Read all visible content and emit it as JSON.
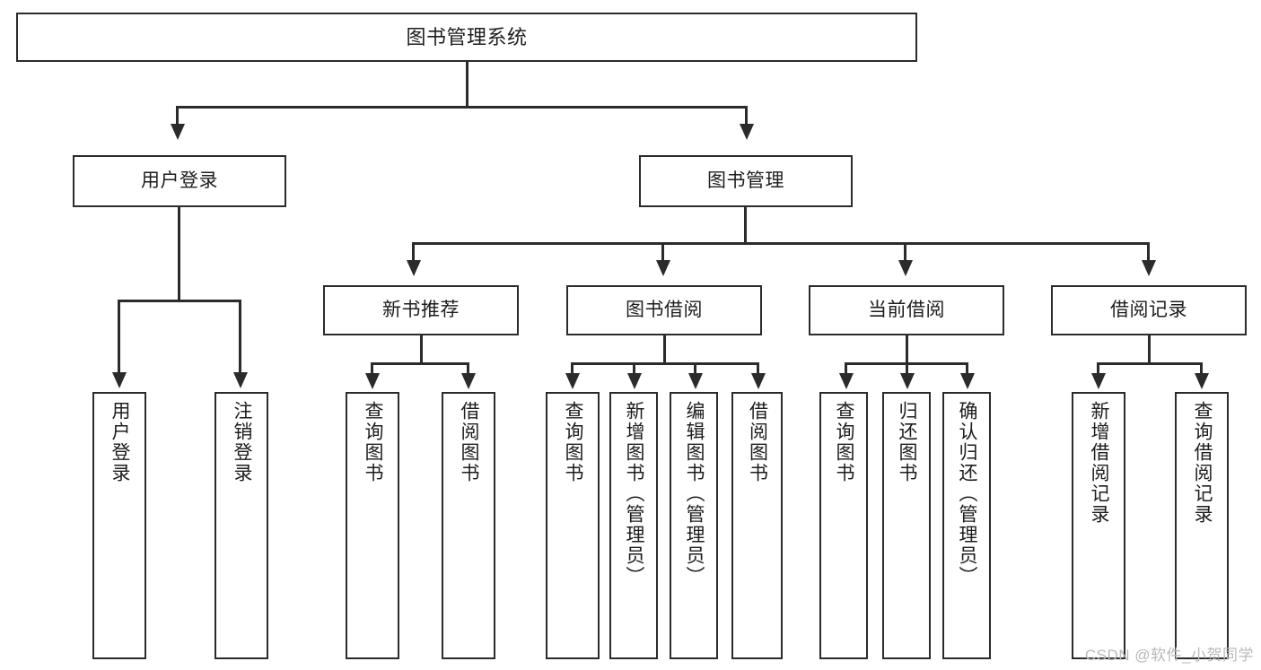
{
  "diagram": {
    "type": "tree",
    "title": "图书管理系统",
    "root": {
      "label": "图书管理系统"
    },
    "level2": [
      {
        "label": "用户登录"
      },
      {
        "label": "图书管理"
      }
    ],
    "level3": [
      {
        "label": "新书推荐"
      },
      {
        "label": "图书借阅"
      },
      {
        "label": "当前借阅"
      },
      {
        "label": "借阅记录"
      }
    ],
    "leaves": {
      "user_login": [
        {
          "label": "用户登录"
        },
        {
          "label": "注销登录"
        }
      ],
      "new_book_recommend": [
        {
          "label": "查询图书"
        },
        {
          "label": "借阅图书"
        }
      ],
      "book_borrow": [
        {
          "label": "查询图书"
        },
        {
          "label": "新增图书（管理员）"
        },
        {
          "label": "编辑图书（管理员）"
        },
        {
          "label": "借阅图书"
        }
      ],
      "current_borrow": [
        {
          "label": "查询图书"
        },
        {
          "label": "归还图书"
        },
        {
          "label": "确认归还（管理员）"
        }
      ],
      "borrow_record": [
        {
          "label": "新增借阅记录"
        },
        {
          "label": "查询借阅记录"
        }
      ]
    }
  },
  "watermark": {
    "text": "CSDN @软件_小贺同学"
  },
  "colors": {
    "line": "#2b2b2b",
    "box_fill": "#ffffff",
    "text": "#1d1d1d",
    "watermark": "#b9b9b9"
  }
}
